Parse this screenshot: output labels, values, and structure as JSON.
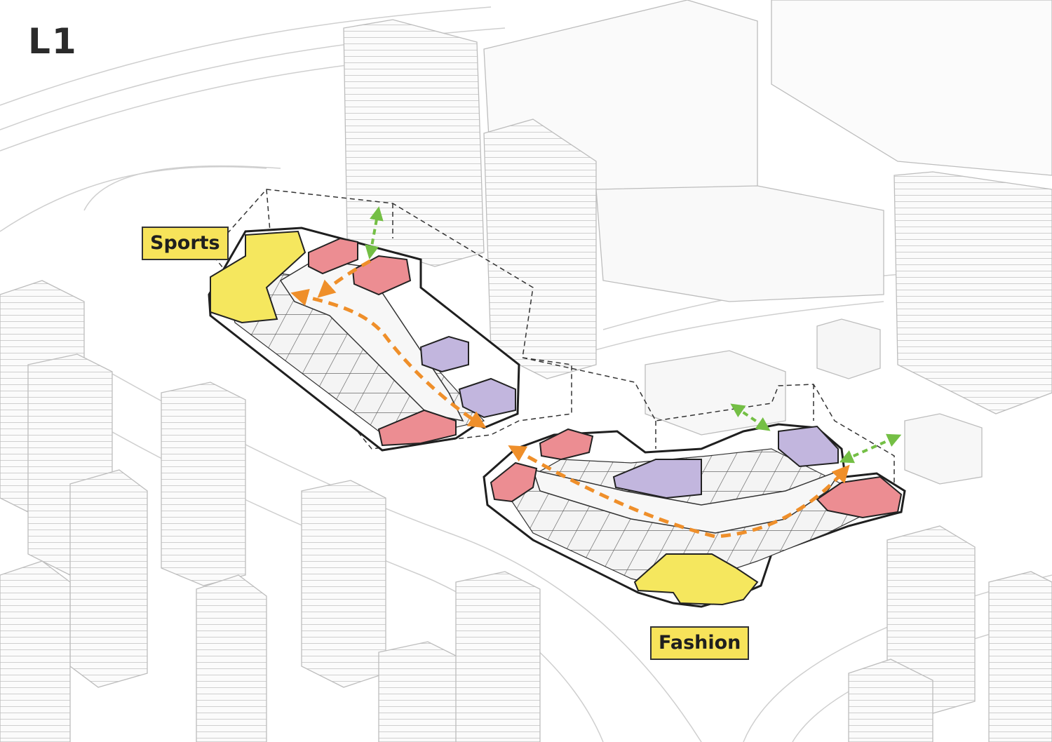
{
  "level": "L1",
  "zones": {
    "sports": "Sports",
    "fashion": "Fashion"
  },
  "colors": {
    "anchor_yellow": "#f5e75e",
    "retail_red": "#ec8d92",
    "retail_purple": "#c2b6de",
    "circulation_orange": "#ef8f2a",
    "entrance_green": "#74bf45",
    "context_line": "#c9c9c9",
    "outline": "#222222"
  }
}
